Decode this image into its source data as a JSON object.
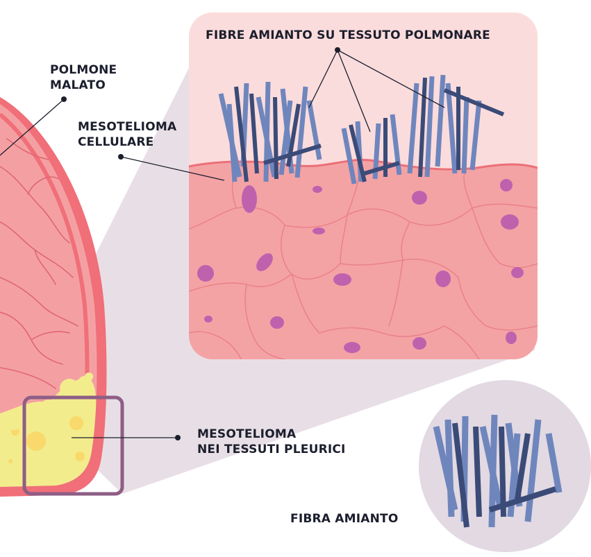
{
  "labels": {
    "polmone_malato": [
      "POLMONE",
      "MALATO"
    ],
    "fibre_tessuto": "FIBRE AMIANTO SU TESSUTO POLMONARE",
    "mesotelioma_cellulare": [
      "MESOTELIOMA",
      "CELLULARE"
    ],
    "mesotelioma_pleurici": [
      "MESOTELIOMA",
      "NEI TESSUTI PLEURICI"
    ],
    "fibra_amianto": "FIBRA AMIANTO"
  },
  "colors": {
    "lung_outer": "#f06f78",
    "lung_fill": "#f4a0a3",
    "lung_vein": "#e06672",
    "tumor": "#f3ec8d",
    "tumor_spot": "#f9d96b",
    "frame": "#8e5e86",
    "zoom_beam": "#e8dfe6",
    "tissue_top": "#fbdcdc",
    "tissue_cells": "#f4a3a5",
    "cell_outline": "#e9838a",
    "nucleus": "#c061ad",
    "fiber_light": "#6f86bd",
    "fiber_dark": "#3b4b78",
    "circle_bg": "#e2d9e2",
    "text": "#1b1e2c"
  }
}
